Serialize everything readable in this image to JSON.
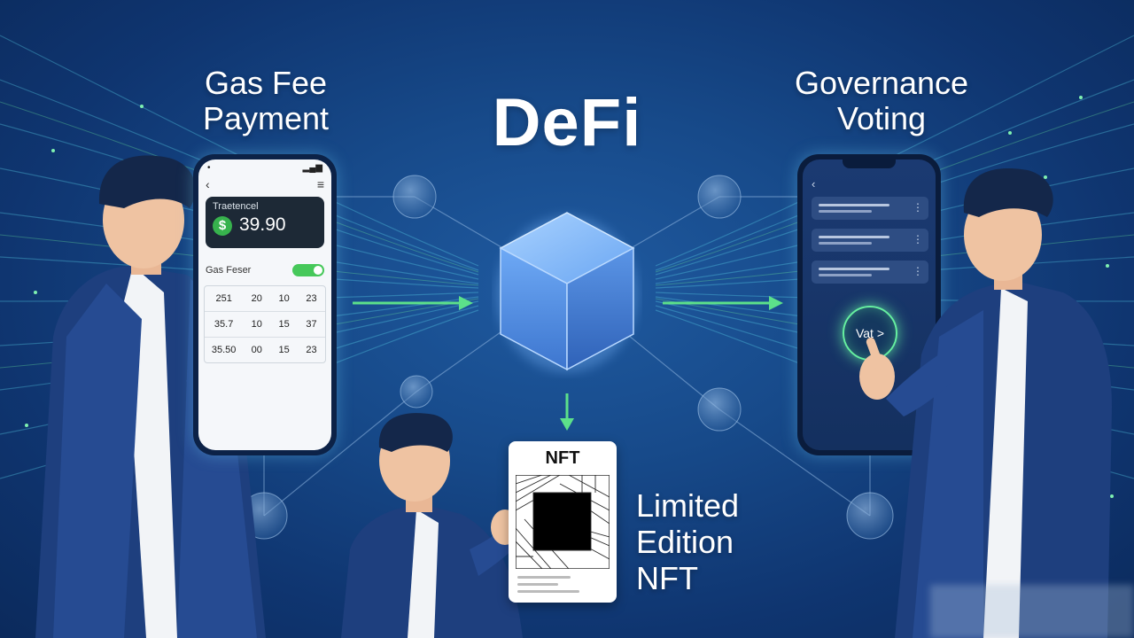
{
  "title": "DeFi",
  "labels": {
    "gas_fee": "Gas Fee Payment",
    "governance": "Governance Voting",
    "nft_line1": "Limited",
    "nft_line2": "Edition",
    "nft_line3": "NFT"
  },
  "left_phone": {
    "card_label": "Traetencel",
    "currency_symbol": "$",
    "amount": "39.90",
    "gas_label": "Gas Feser",
    "toggle_on": true,
    "table": [
      [
        "251",
        "20",
        "10",
        "23"
      ],
      [
        "35.7",
        "10",
        "15",
        "37"
      ],
      [
        "35.50",
        "00",
        "15",
        "23"
      ]
    ]
  },
  "right_phone": {
    "vote_label": "Vat",
    "vote_arrow": ">"
  },
  "nft_card": {
    "title": "NFT"
  },
  "icons": {
    "back": "chevron-left-icon",
    "menu": "hamburger-icon",
    "more": "more-vertical-icon",
    "dollar": "dollar-coin-icon",
    "arrow": "arrow-right-icon"
  },
  "colors": {
    "background": "#174a8a",
    "accent_green": "#5ce08a",
    "cube": "#6ea9f5",
    "text": "#ffffff"
  }
}
